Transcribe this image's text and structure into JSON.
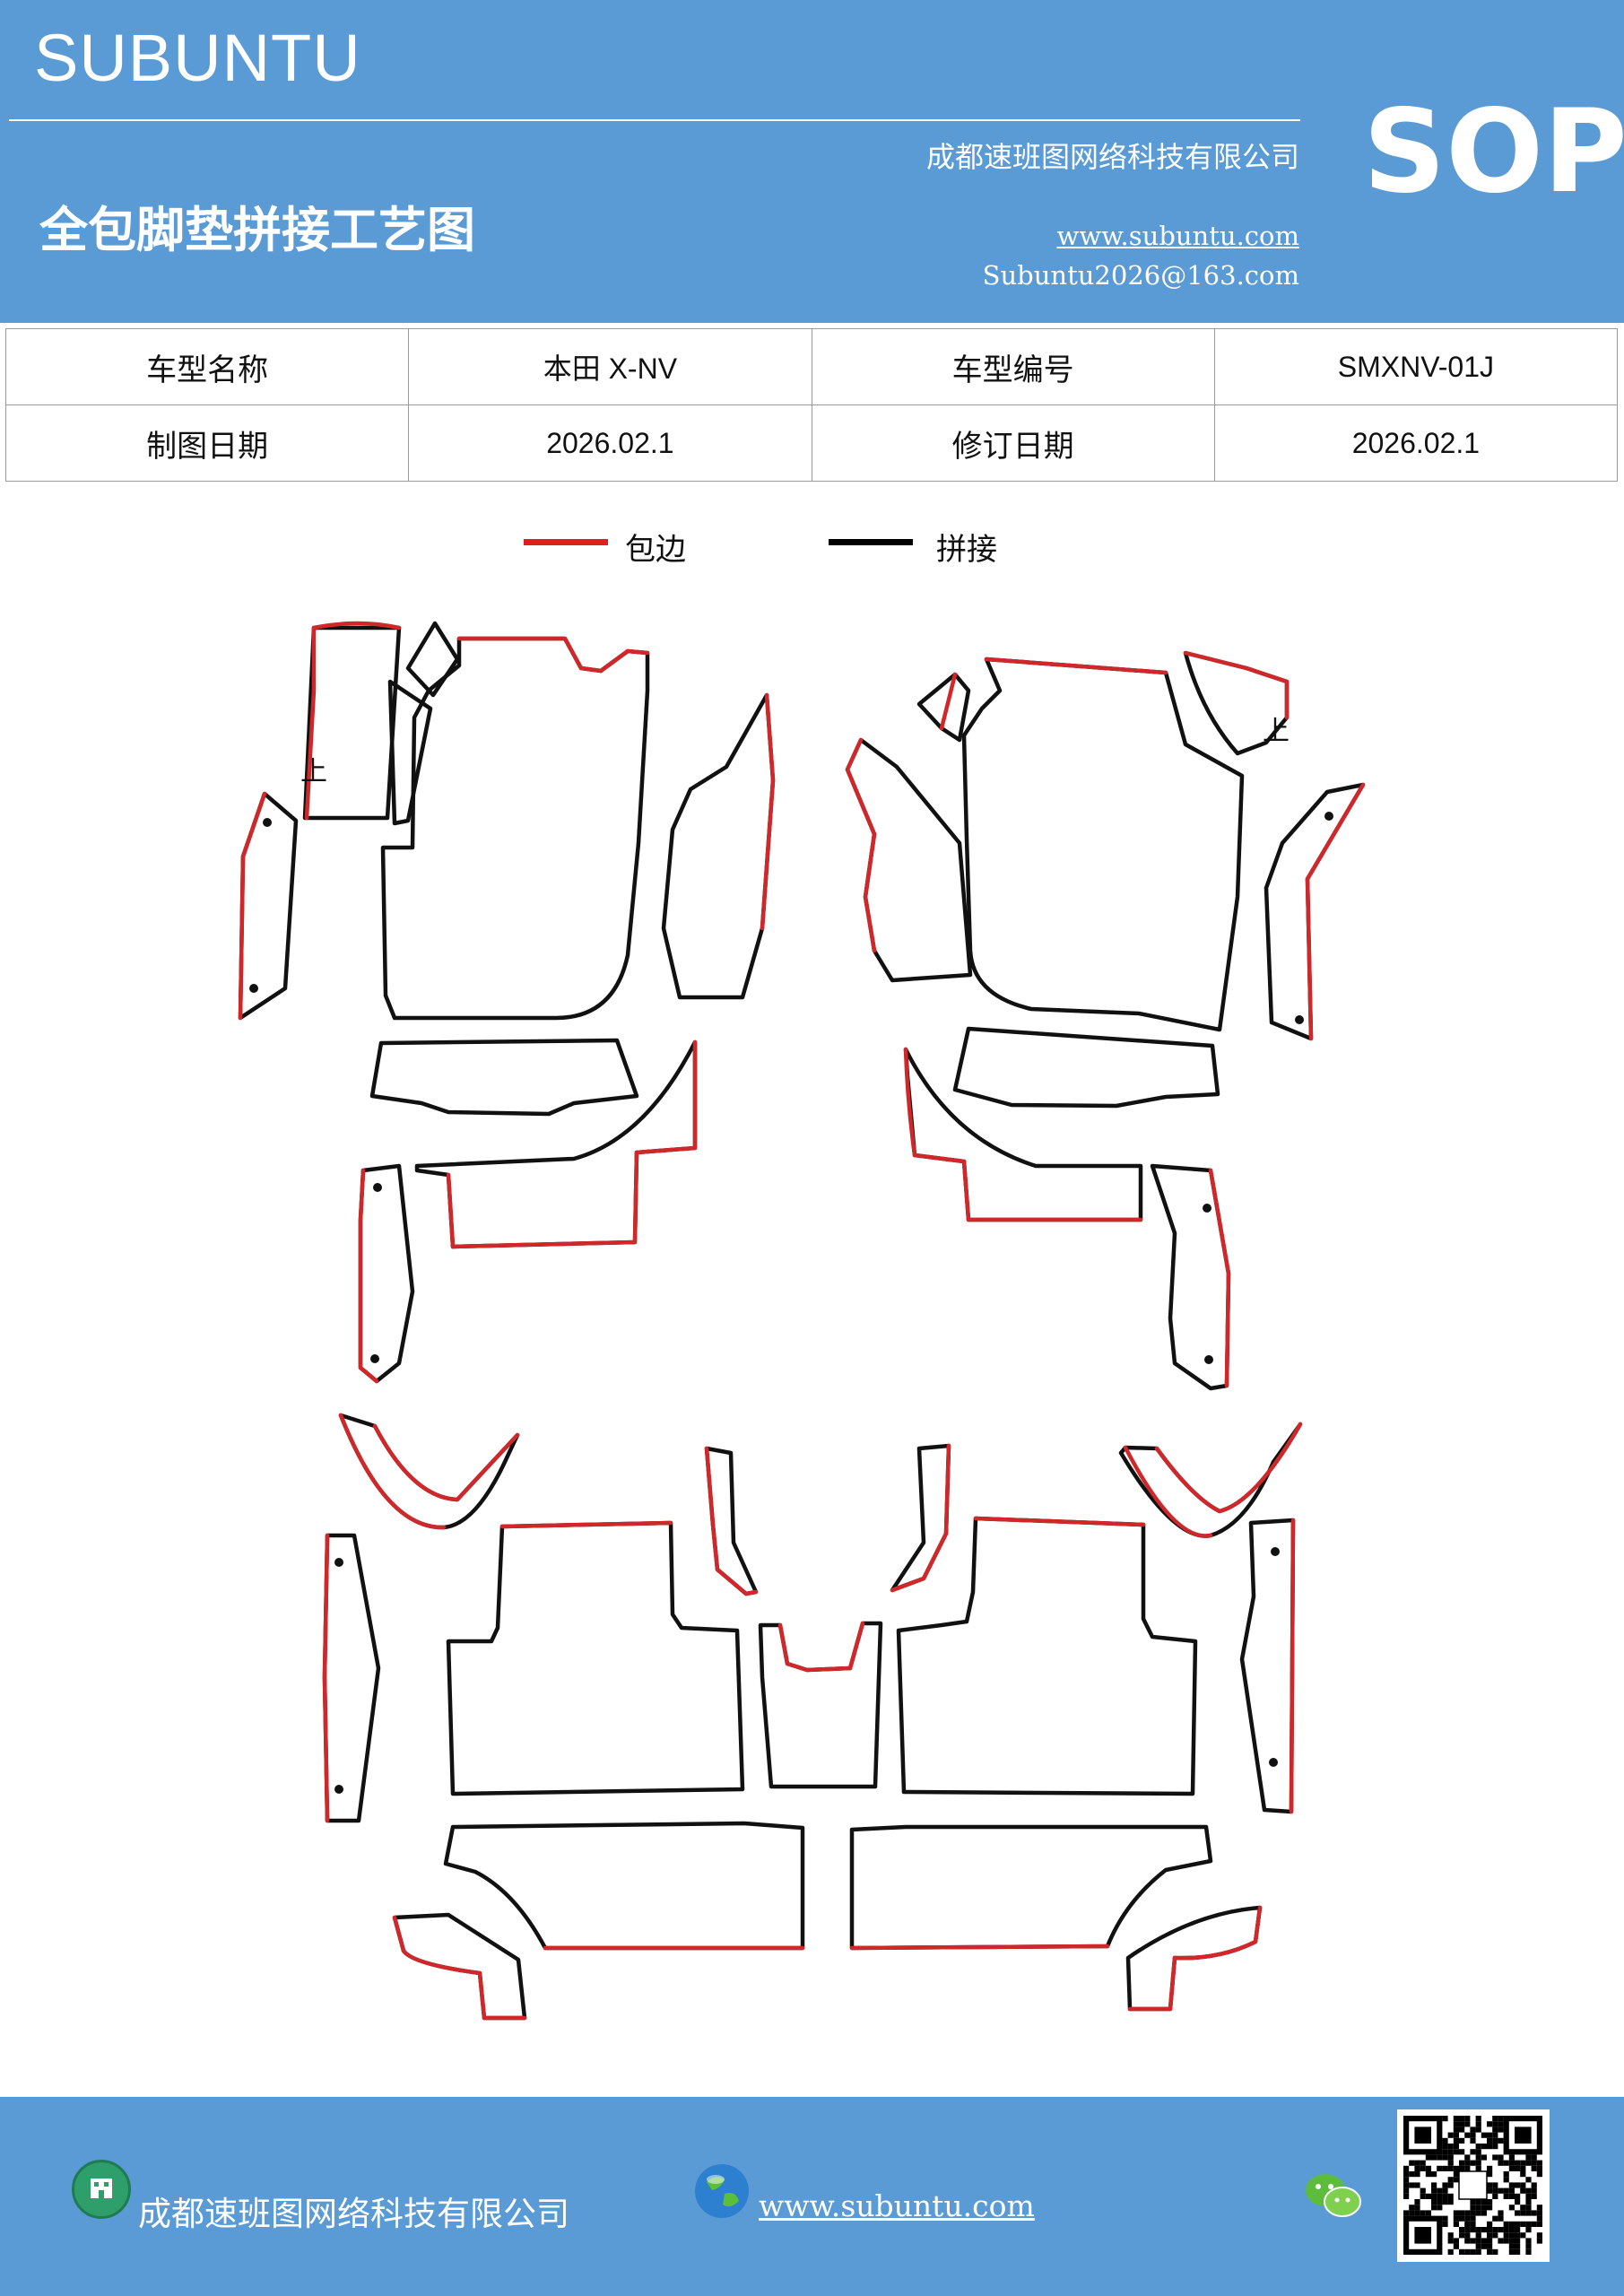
{
  "header": {
    "brand": "SUBUNTU",
    "badge": "SOP",
    "company": "成都速班图网络科技有限公司",
    "title": "全包脚垫拼接工艺图",
    "website": "www.subuntu.com",
    "email": "Subuntu2026@163.com"
  },
  "info_table": {
    "rows": [
      {
        "label1": "车型名称",
        "value1": "本田 X-NV",
        "label2": "车型编号",
        "value2": "SMXNV-01J"
      },
      {
        "label1": "制图日期",
        "value1": "2026.02.1",
        "label2": "修订日期",
        "value2": "2026.02.1"
      }
    ]
  },
  "legend": {
    "items": [
      {
        "label": "包边",
        "color": "#e02020"
      },
      {
        "label": "拼接",
        "color": "#000000"
      }
    ]
  },
  "drawing": {
    "marks": [
      "上",
      "上"
    ],
    "edge_color": "#d0282a",
    "seam_color": "#111111"
  },
  "footer": {
    "company": "成都速班图网络科技有限公司",
    "website": "www.subuntu.com",
    "icons": [
      "building-icon",
      "globe-icon",
      "wechat-icon",
      "qr-code"
    ]
  },
  "colors": {
    "header_bg": "#5b9bd5",
    "footer_bg": "#5b9bd5"
  }
}
